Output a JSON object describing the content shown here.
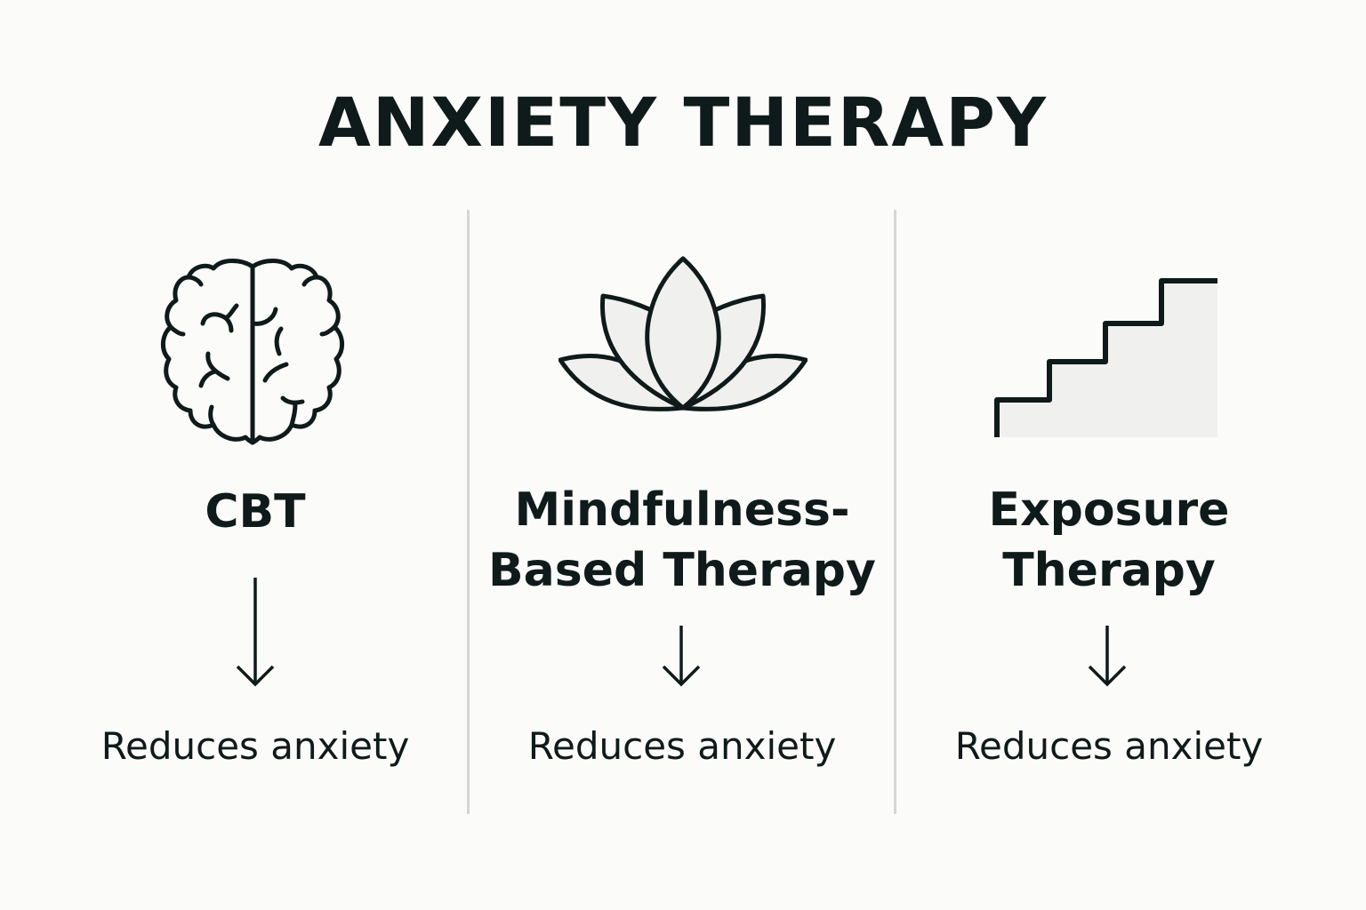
{
  "title": "ANXIETY THERAPY",
  "colors": {
    "background": "#FBFBF9",
    "text": "#0F1A1A",
    "icon_stroke": "#0F1A1A",
    "icon_fill": "#F0F0EE",
    "divider": "#D6D6D4"
  },
  "columns": [
    {
      "icon": "brain-icon",
      "heading_lines": [
        "CBT"
      ],
      "arrow": "arrow-down-icon",
      "result": "Reduces anxiety"
    },
    {
      "icon": "lotus-icon",
      "heading_lines": [
        "Mindfulness-",
        "Based Therapy"
      ],
      "arrow": "arrow-down-icon",
      "result": "Reduces anxiety"
    },
    {
      "icon": "stairs-icon",
      "heading_lines": [
        "Exposure",
        "Therapy"
      ],
      "arrow": "arrow-down-icon",
      "result": "Reduces anxiety"
    }
  ]
}
